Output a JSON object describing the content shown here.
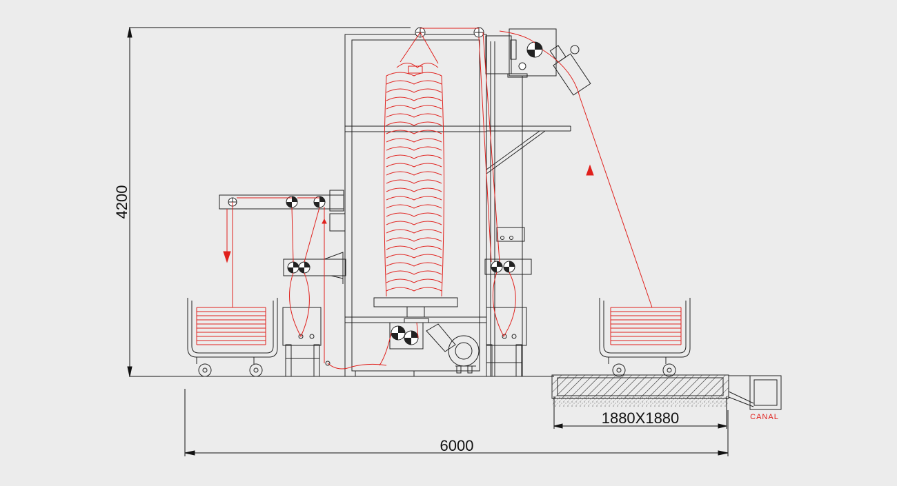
{
  "dimensions": {
    "height": "4200",
    "width": "6000",
    "pit": "1880X1880"
  },
  "labels": {
    "canal": "CANAL"
  },
  "colors": {
    "background": "#ececec",
    "structure": "#222222",
    "product": "#e0201c",
    "dimension": "#111111"
  }
}
